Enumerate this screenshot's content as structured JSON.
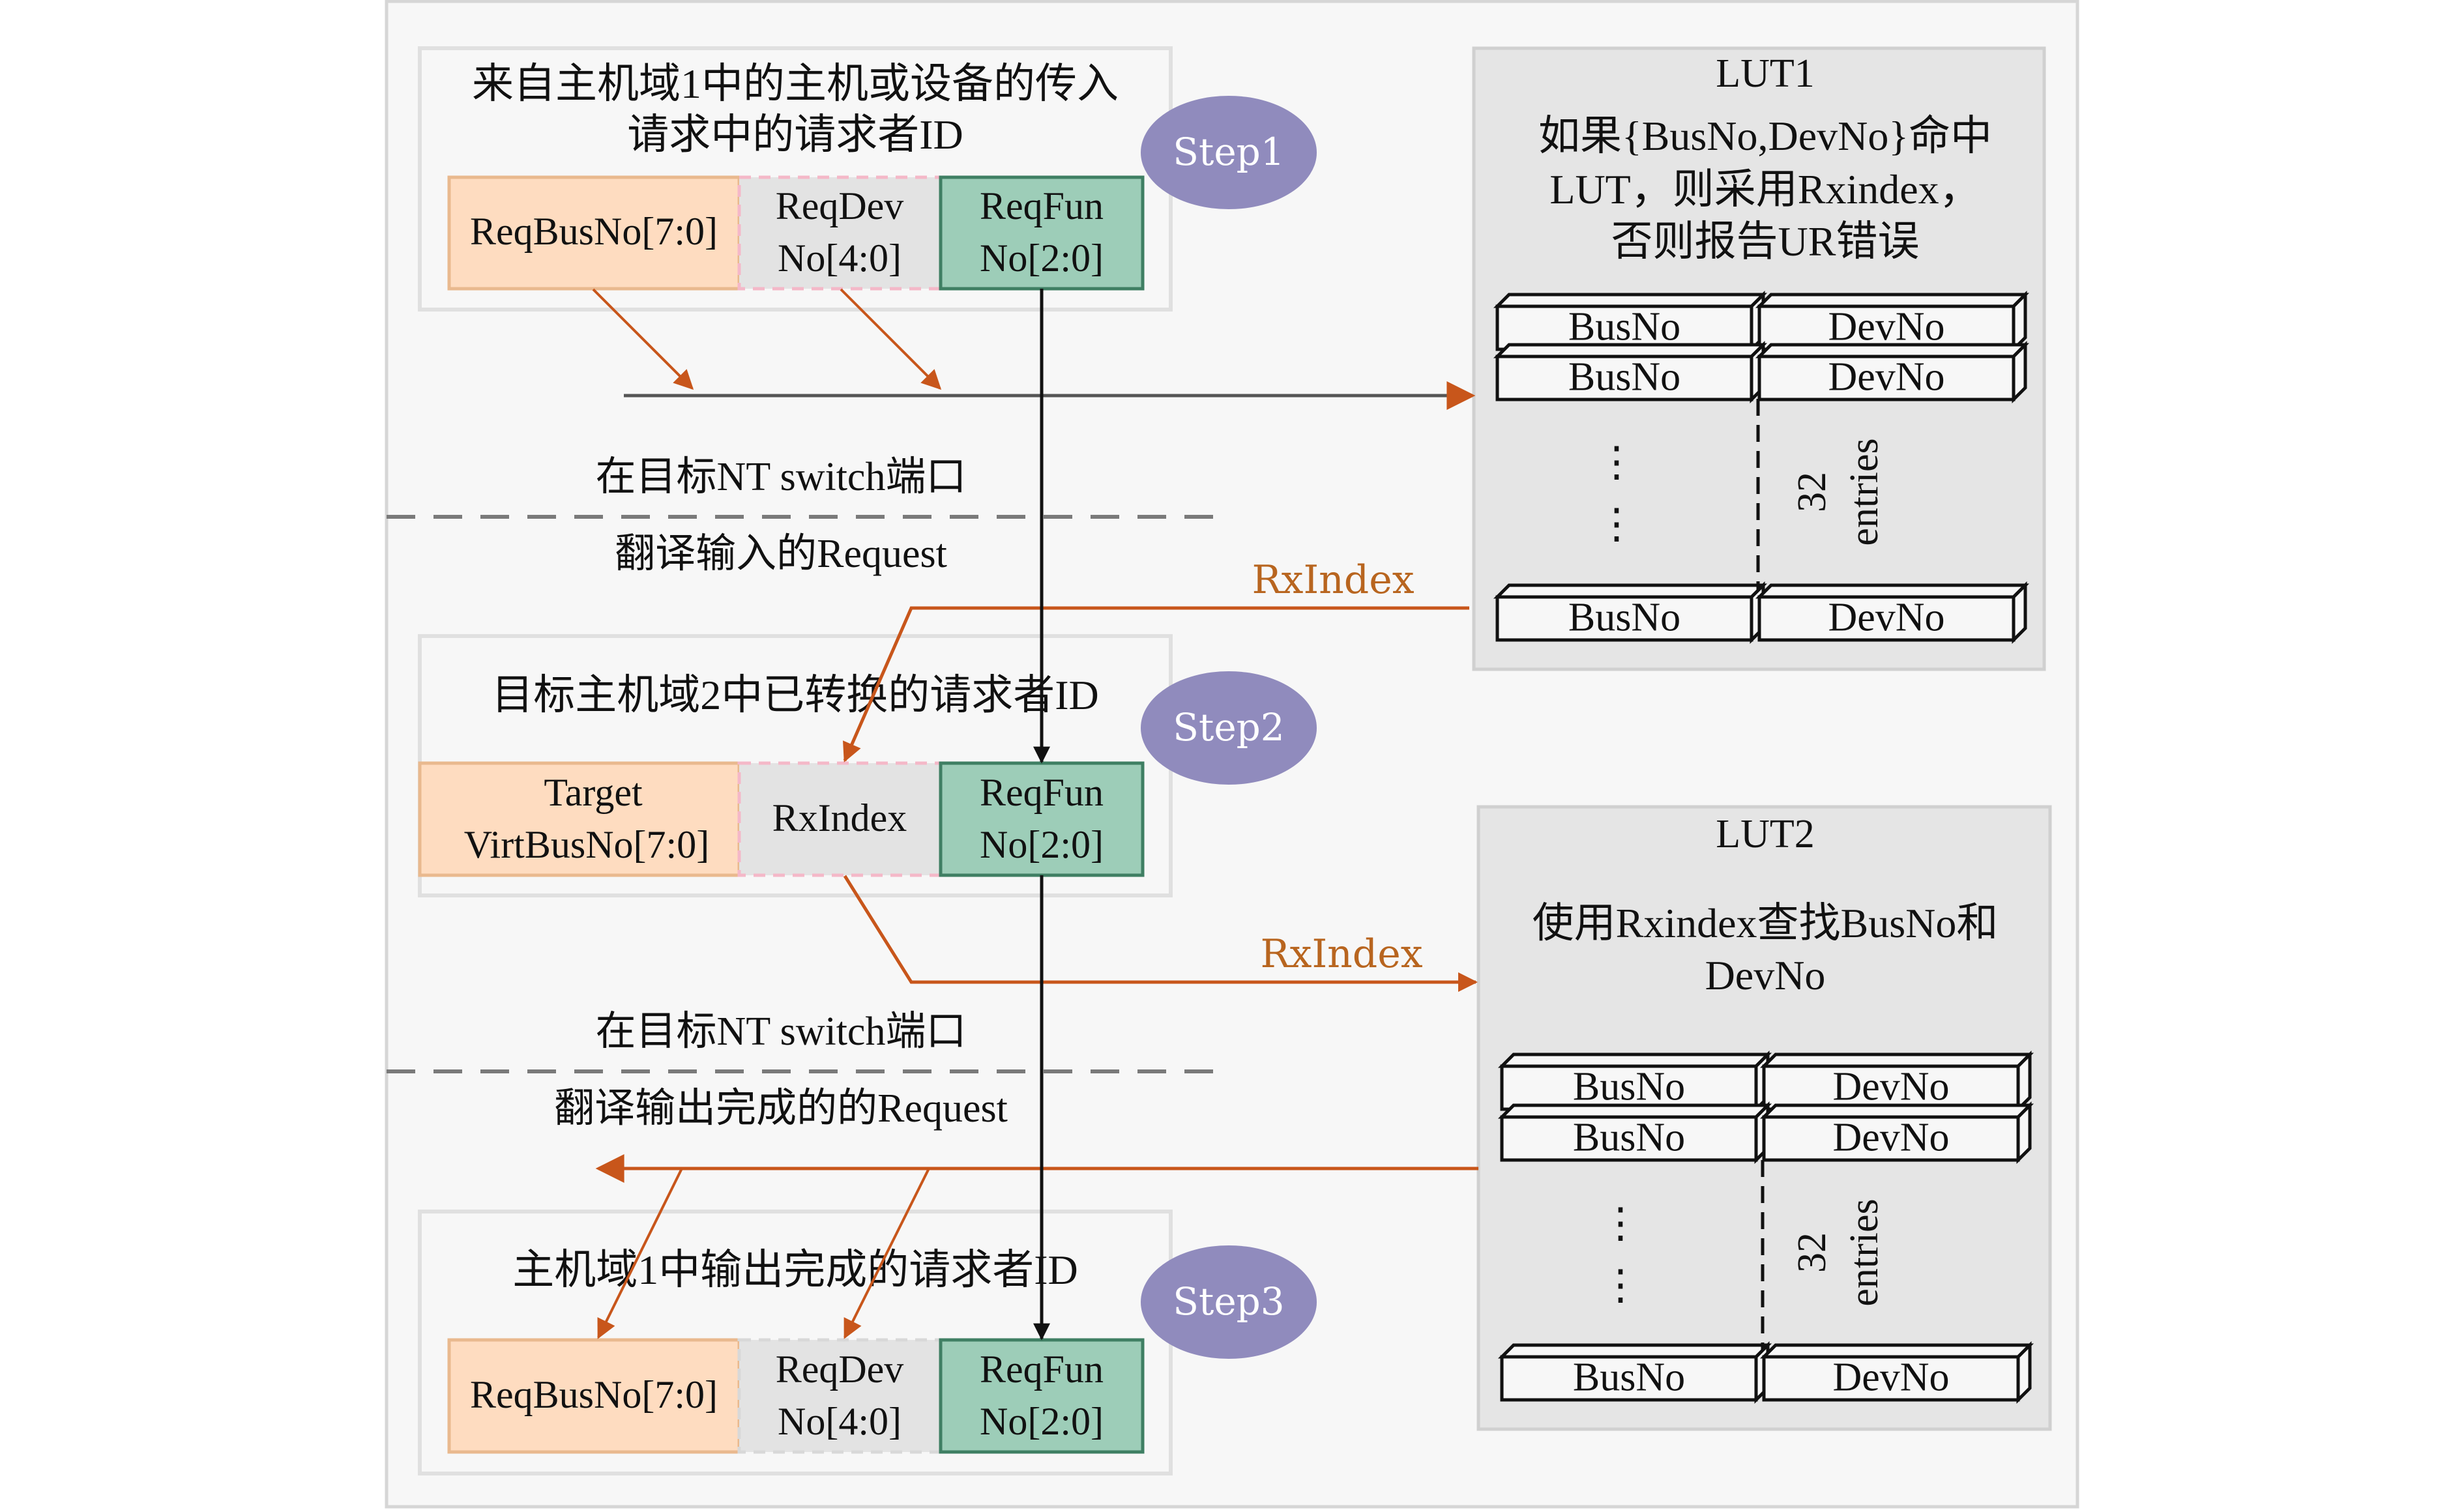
{
  "colors": {
    "canvas": "#f7f7f7",
    "frame_border": "#d6d6d6",
    "box_border": "#e2e2e2",
    "lut_fill": "#e5e5e5",
    "lut_border": "#cfcfcf",
    "bus_field": "#fedcc0",
    "bus_field_border": "#e9b98e",
    "dev_field": "#e3e3e3",
    "dev_field_border": "#f4b8c8",
    "fun_field": "#9dcdb8",
    "fun_field_border": "#3f7f63",
    "step_fill": "#908bbd",
    "step_text": "#ffffff",
    "orange": "#c8561b",
    "orange_label": "#b8651f",
    "gray_line": "#555555",
    "dash_line": "#7a7a7a",
    "black": "#111111"
  },
  "step1": {
    "title_line1": "来自主机域1中的主机或设备的传入",
    "title_line2": "请求中的请求者ID",
    "badge": "Step1",
    "fields": {
      "bus": "ReqBusNo[7:0]",
      "dev_line1": "ReqDev",
      "dev_line2": "No[4:0]",
      "fun_line1": "ReqFun",
      "fun_line2": "No[2:0]"
    }
  },
  "boundary1": {
    "above": "在目标NT switch端口",
    "below": "翻译输入的Request"
  },
  "rxindex_label_1": "RxIndex",
  "step2": {
    "title": "目标主机域2中已转换的请求者ID",
    "badge": "Step2",
    "fields": {
      "bus_line1": "Target",
      "bus_line2": "VirtBusNo[7:0]",
      "dev": "RxIndex",
      "fun_line1": "ReqFun",
      "fun_line2": "No[2:0]"
    }
  },
  "rxindex_label_2": "RxIndex",
  "boundary2": {
    "above": "在目标NT switch端口",
    "below": "翻译输出完成的的Request"
  },
  "step3": {
    "title": "主机域1中输出完成的请求者ID",
    "badge": "Step3",
    "fields": {
      "bus": "ReqBusNo[7:0]",
      "dev_line1": "ReqDev",
      "dev_line2": "No[4:0]",
      "fun_line1": "ReqFun",
      "fun_line2": "No[2:0]"
    }
  },
  "lut1": {
    "title": "LUT1",
    "desc_line1": "如果{BusNo,DevNo}命中",
    "desc_line2": "LUT，则采用Rxindex，",
    "desc_line3": "否则报告UR错误",
    "entries": [
      {
        "bus": "BusNo",
        "dev": "DevNo"
      },
      {
        "bus": "BusNo",
        "dev": "DevNo"
      },
      {
        "bus": "BusNo",
        "dev": "DevNo"
      }
    ],
    "ellipsis": "⋮",
    "count_label": "32",
    "count_unit": "entries"
  },
  "lut2": {
    "title": "LUT2",
    "desc_line1": "使用Rxindex查找BusNo和",
    "desc_line2": "DevNo",
    "entries": [
      {
        "bus": "BusNo",
        "dev": "DevNo"
      },
      {
        "bus": "BusNo",
        "dev": "DevNo"
      },
      {
        "bus": "BusNo",
        "dev": "DevNo"
      }
    ],
    "ellipsis": "⋮",
    "count_label": "32",
    "count_unit": "entries"
  }
}
